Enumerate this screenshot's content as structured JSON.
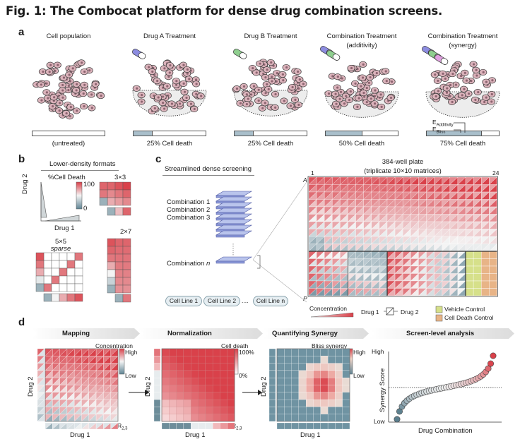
{
  "figure": {
    "title": "Fig. 1: The Combocat platform for dense drug combination screens."
  },
  "panel_a": {
    "letter": "a",
    "columns": [
      {
        "title": "Cell population",
        "subtitle": "",
        "caption": "(untreated)",
        "death_fraction": 0.0
      },
      {
        "title": "Drug A Treatment",
        "subtitle": "",
        "caption": "25% Cell death",
        "death_fraction": 0.25
      },
      {
        "title": "Drug B Treatment",
        "subtitle": "",
        "caption": "25% Cell death",
        "death_fraction": 0.25
      },
      {
        "title": "Combination Treatment",
        "subtitle": "(additivity)",
        "caption": "50% Cell death",
        "death_fraction": 0.5
      },
      {
        "title": "Combination Treatment",
        "subtitle": "(synergy)",
        "caption": "75% Cell death",
        "death_fraction": 0.75
      }
    ],
    "e_additivity_main": "E",
    "e_additivity_sub": "Additivity",
    "e_bliss_main": "E",
    "e_bliss_sub": "Bliss"
  },
  "panel_b": {
    "letter": "b",
    "header": "Lower-density formats",
    "legend_title": "%Cell Death",
    "legend_max": "100",
    "legend_min": "0",
    "y_axis": "Drug 2",
    "x_axis": "Drug 1",
    "format_3x3": "3×3",
    "format_5x5": "5×5",
    "format_5x5_note": "sparse",
    "format_2x7": "2×7"
  },
  "panel_c": {
    "letter": "c",
    "header": "Streamlined dense screening",
    "stack_labels": [
      "Combination 1",
      "Combination 2",
      "Combination 3"
    ],
    "last_label_prefix": "Combination ",
    "last_label_var": "n",
    "cell_lines": [
      "Cell Line 1",
      "Cell Line 2",
      "Cell Line n"
    ],
    "ellipsis": "....",
    "plate_title": "384-well plate",
    "plate_subtitle": "(triplicate 10×10 matrices)",
    "col_first": "1",
    "col_last": "24",
    "row_first": "A",
    "row_last": "P",
    "concentration_label": "Concentration",
    "drug1": "Drug 1",
    "drug2": "Drug 2",
    "vehicle_control": "Vehicle Control",
    "death_control": "Cell Death Control",
    "colors": {
      "vehicle": "#d6e08a",
      "death": "#e8b487",
      "red": "#d9414a",
      "blue": "#5f8494"
    }
  },
  "panel_d": {
    "letter": "d",
    "stages": [
      "Mapping",
      "Normalization",
      "Quantifying Synergy",
      "Screen-level analysis"
    ],
    "mapping": {
      "legend_title": "Concentration",
      "high": "High",
      "low": "Low",
      "y_axis": "Drug 2",
      "x_axis": "Drug 1",
      "ref_main": "R",
      "ref_sub": "2,3"
    },
    "normalization": {
      "legend_title": "Cell death",
      "high": "100%",
      "low": "0%",
      "y_axis": "Drug 2",
      "x_axis": "Drug 1",
      "ref_main": "R",
      "ref_sub": "2,3"
    },
    "synergy": {
      "legend_title": "Bliss synergy",
      "high": "High",
      "low": "Low",
      "y_axis": "Drug 2",
      "x_axis": "Drug 1"
    },
    "screen": {
      "y_axis": "Synergy Score",
      "x_axis": "Drug Combination",
      "high": "High",
      "low": "Low"
    }
  }
}
